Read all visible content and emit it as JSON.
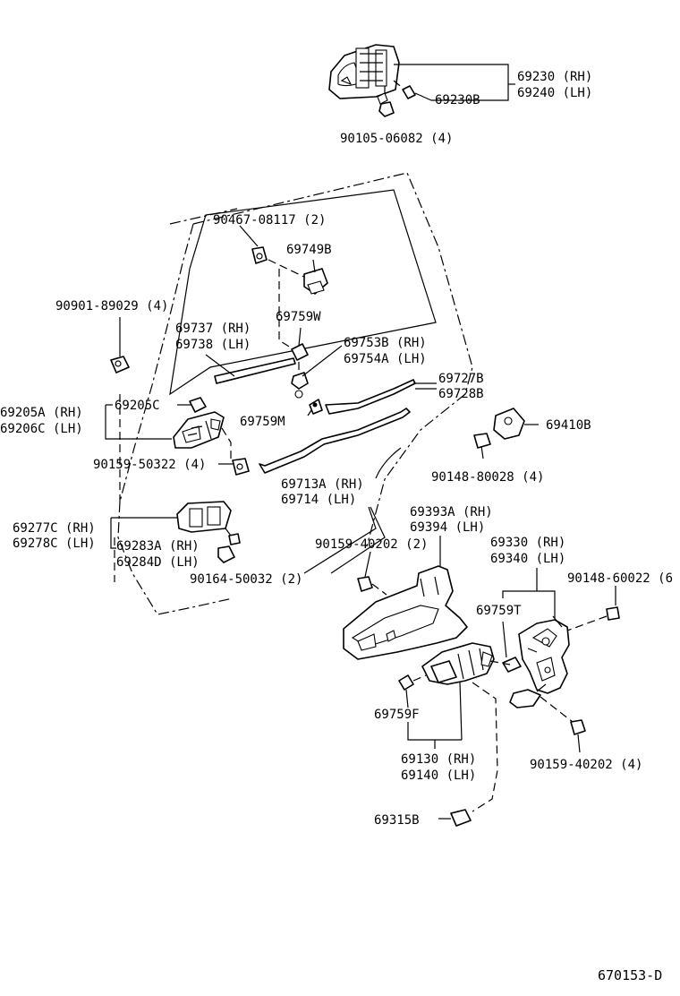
{
  "labels": {
    "p69230": "69230 (RH)",
    "p69240": "69240 (LH)",
    "p69230B": "69230B",
    "p90105": "90105-06082 (4)",
    "p90467": "90467-08117 (2)",
    "p69749B": "69749B",
    "p90901": "90901-89029 (4)",
    "p69759W": "69759W",
    "p69737": "69737 (RH)",
    "p69738": "69738 (LH)",
    "p69753B": "69753B (RH)",
    "p69754A": "69754A (LH)",
    "p69727B": "69727B",
    "p69728B": "69728B",
    "p69205C": "69205C",
    "p69205A": "69205A (RH)",
    "p69206C": "69206C (LH)",
    "p69759M": "69759M",
    "p69410B": "69410B",
    "p90159_50322": "90159-50322 (4)",
    "p90148_80028": "90148-80028 (4)",
    "p69713A": "69713A (RH)",
    "p69714": "69714  (LH)",
    "p69393A": "69393A (RH)",
    "p69394": "69394  (LH)",
    "p69277C": "69277C (RH)",
    "p69278C": "69278C (LH)",
    "p90159_40202_2": "90159-40202 (2)",
    "p69330": "69330 (RH)",
    "p69340": "69340 (LH)",
    "p69283A": "69283A (RH)",
    "p69284D": "69284D (LH)",
    "p90148_60022": "90148-60022 (6",
    "p90164": "90164-50032 (2)",
    "p69759T": "69759T",
    "p69759F": "69759F",
    "p69130": "69130 (RH)",
    "p69140": "69140 (LH)",
    "p90159_40202_4": "90159-40202 (4)",
    "p69315B": "69315B",
    "diagram_ref": "670153-D"
  }
}
